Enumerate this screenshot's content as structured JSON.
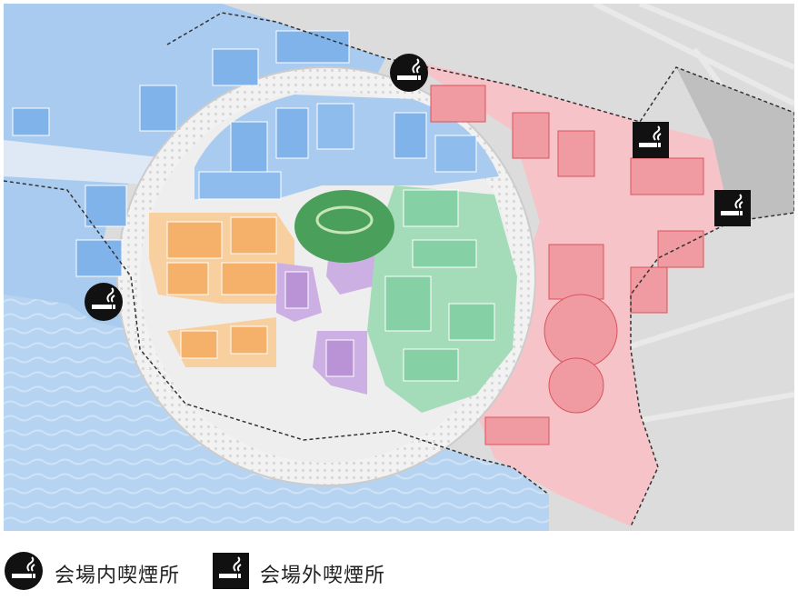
{
  "map": {
    "zones": [
      {
        "name": "blue",
        "color": "#a9cbf0"
      },
      {
        "name": "orange",
        "color": "#f8cf9e"
      },
      {
        "name": "purple",
        "color": "#cdb0e3"
      },
      {
        "name": "green",
        "color": "#a4dbb9"
      },
      {
        "name": "pink",
        "color": "#f6c4c8"
      }
    ],
    "water_color": "#b6d4f1",
    "land_color": "#dcdcdc",
    "markers": [
      {
        "type": "indoor",
        "icon": "smoking-icon"
      },
      {
        "type": "indoor",
        "icon": "smoking-icon"
      },
      {
        "type": "outdoor",
        "icon": "smoking-icon"
      },
      {
        "type": "outdoor",
        "icon": "smoking-icon"
      }
    ]
  },
  "legend": {
    "indoor_label": "会場内喫煙所",
    "outdoor_label": "会場外喫煙所"
  }
}
